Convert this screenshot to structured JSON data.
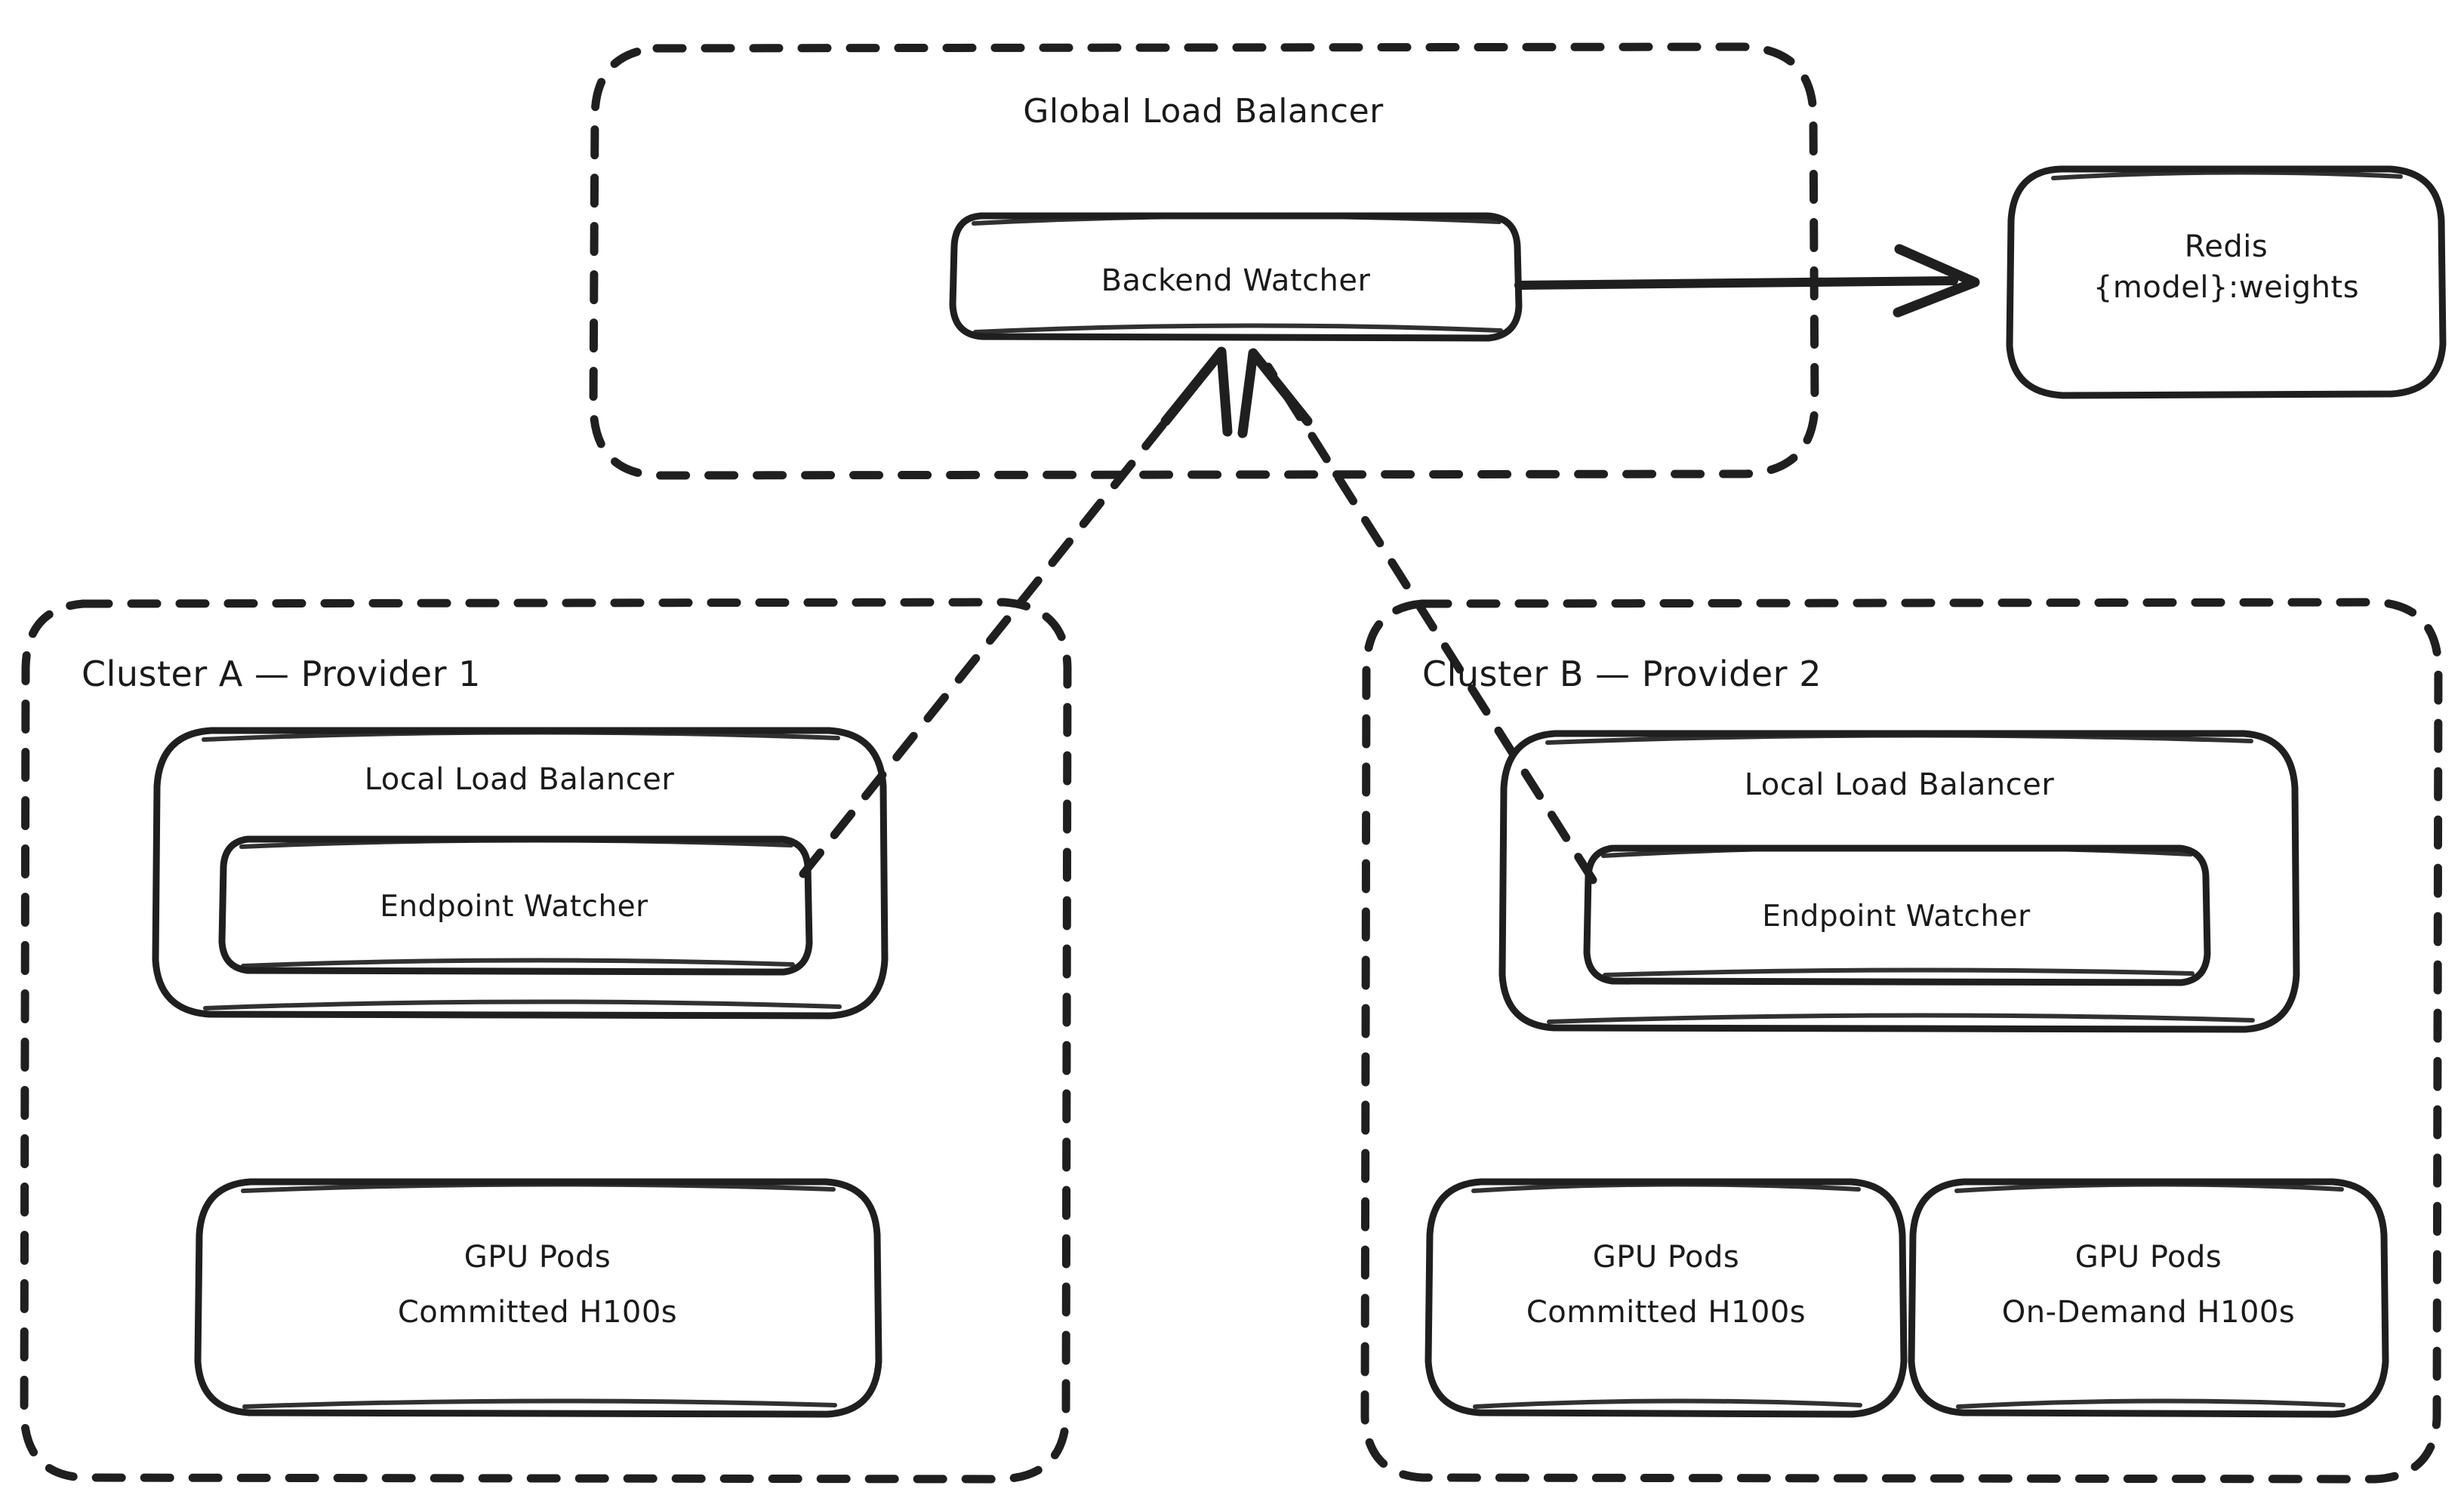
{
  "diagram": {
    "title": "Multi-cluster GPU inference load balancing architecture",
    "style": "hand-drawn",
    "background_color": "#ffffff",
    "stroke_color": "#1f1f1f"
  },
  "global_load_balancer": {
    "label": "Global Load Balancer",
    "border": "dashed",
    "nodes": {
      "backend_watcher": {
        "label": "Backend Watcher",
        "border": "solid"
      }
    }
  },
  "redis": {
    "line1": "Redis",
    "line2": "{model}:weights",
    "border": "solid"
  },
  "clusters": [
    {
      "title": "Cluster A — Provider 1",
      "border": "dashed",
      "local_load_balancer": {
        "label": "Local Load Balancer",
        "endpoint_watcher": {
          "label": "Endpoint Watcher"
        }
      },
      "gpu_pods": [
        {
          "line1": "GPU Pods",
          "line2": "Committed H100s"
        }
      ]
    },
    {
      "title": "Cluster B — Provider 2",
      "border": "dashed",
      "local_load_balancer": {
        "label": "Local Load Balancer",
        "endpoint_watcher": {
          "label": "Endpoint Watcher"
        }
      },
      "gpu_pods": [
        {
          "line1": "GPU Pods",
          "line2": "Committed H100s"
        },
        {
          "line1": "GPU Pods",
          "line2": "On-Demand H100s"
        }
      ]
    }
  ],
  "edges": [
    {
      "name": "backend-watcher-to-redis",
      "from": "Backend Watcher",
      "to": "Redis {model}:weights",
      "style": "solid",
      "arrow": "to"
    },
    {
      "name": "cluster-a-endpoint-watcher-to-backend-watcher",
      "from": "Endpoint Watcher (Cluster A)",
      "to": "Backend Watcher",
      "style": "dashed",
      "arrow": "to"
    },
    {
      "name": "cluster-b-endpoint-watcher-to-backend-watcher",
      "from": "Endpoint Watcher (Cluster B)",
      "to": "Backend Watcher",
      "style": "dashed",
      "arrow": "to"
    }
  ]
}
